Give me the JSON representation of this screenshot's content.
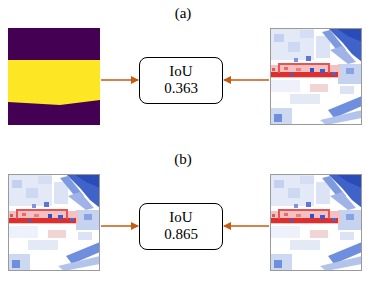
{
  "diagram": {
    "nodes": [
      {
        "text": [
          "IoU 0.363"
        ]
      },
      {
        "text": [
          "IoU 0.865"
        ]
      }
    ],
    "labels": [
      "(a)",
      "(b)"
    ]
  }
}
